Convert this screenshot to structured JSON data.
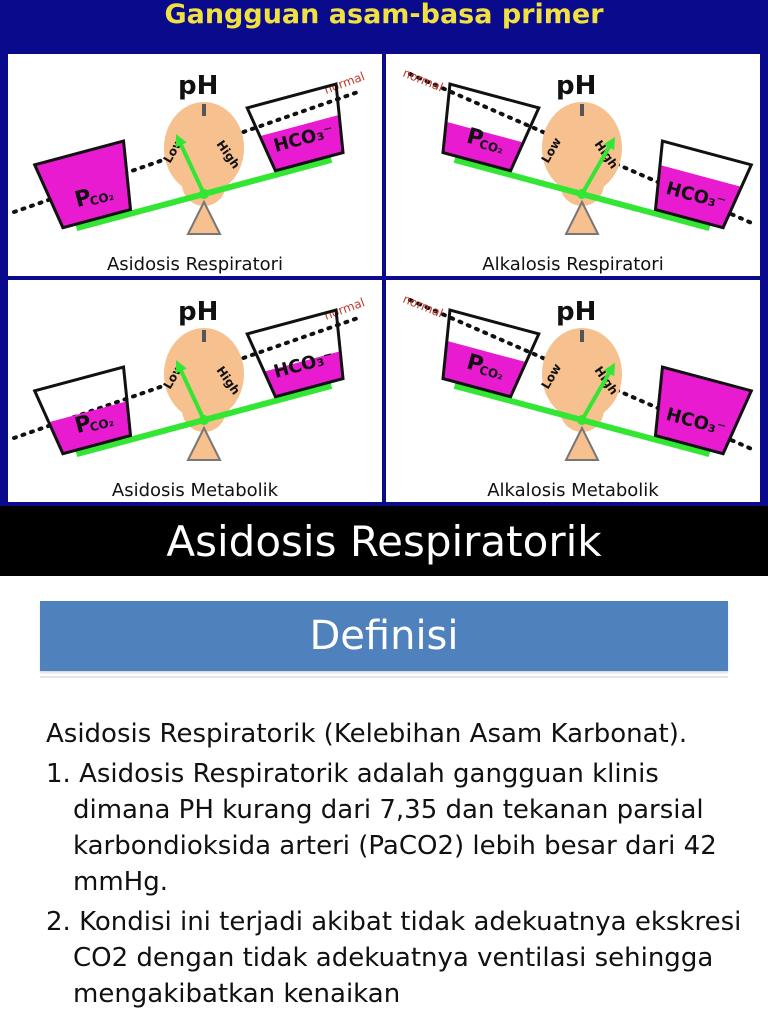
{
  "slide1": {
    "title": "Gangguan asam-basa primer",
    "panels": [
      {
        "label": "Asidosis Respiratori"
      },
      {
        "label": "Alkalosis Respiratori"
      },
      {
        "label": "Asidosis Metabolik"
      },
      {
        "label": "Alkalosis Metabolik"
      }
    ],
    "diagram_text": {
      "ph": "pH",
      "normal": "normal",
      "low": "Low",
      "high": "High",
      "pco2_main": "P",
      "pco2_sub": "CO₂",
      "hco3": "HCO₃⁻"
    }
  },
  "slide2": {
    "title": "Asidosis Respiratorik",
    "section_label": "Definisi",
    "paragraphs": [
      "Asidosis Respiratorik (Kelebihan Asam Karbonat).",
      "1. Asidosis Respiratorik adalah gangguan klinis dimana PH kurang dari 7,35 dan tekanan parsial karbondioksida arteri (PaCO2) lebih besar dari 42 mmHg.",
      "2. Kondisi ini terjadi akibat tidak adekuatnya ekskresi CO2 dengan tidak adekuatnya ventilasi sehingga mengakibatkan kenaikan"
    ]
  },
  "colors": {
    "magenta": "#e81bd1",
    "green": "#33e633",
    "peach": "#f6c08f",
    "slide1_bg": "#0a0a8c",
    "title_yellow": "#f0e040",
    "header_blue": "#4f81bd"
  }
}
